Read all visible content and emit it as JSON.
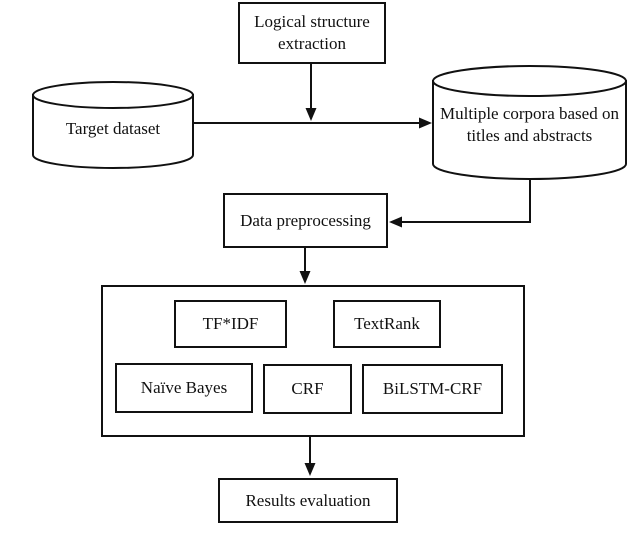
{
  "figure": {
    "type": "flowchart",
    "background_color": "#ffffff",
    "line_color": "#111111",
    "text_color": "#111111"
  },
  "nodes": {
    "logical_structure": {
      "shape": "rect",
      "label": "Logical structure extraction"
    },
    "target_dataset": {
      "shape": "cylinder",
      "label": "Target dataset"
    },
    "multiple_corpora": {
      "shape": "cylinder",
      "label": "Multiple corpora based on titles and abstracts"
    },
    "data_preprocessing": {
      "shape": "rect",
      "label": "Data preprocessing"
    },
    "methods_group": {
      "shape": "container-rect",
      "tfidf": "TF*IDF",
      "textrank": "TextRank",
      "naive_bayes": "Naïve Bayes",
      "crf": "CRF",
      "bilstm_crf": "BiLSTM-CRF"
    },
    "results_evaluation": {
      "shape": "rect",
      "label": "Results evaluation"
    }
  },
  "edges": [
    {
      "from": "logical_structure",
      "to": "target_dataset_to_multiple_corpora_flow",
      "style": "arrow-down"
    },
    {
      "from": "target_dataset",
      "to": "multiple_corpora",
      "style": "arrow-right"
    },
    {
      "from": "multiple_corpora",
      "to": "data_preprocessing",
      "style": "elbow-arrow-left"
    },
    {
      "from": "data_preprocessing",
      "to": "methods_group",
      "style": "arrow-down"
    },
    {
      "from": "methods_group",
      "to": "results_evaluation",
      "style": "arrow-down"
    }
  ]
}
